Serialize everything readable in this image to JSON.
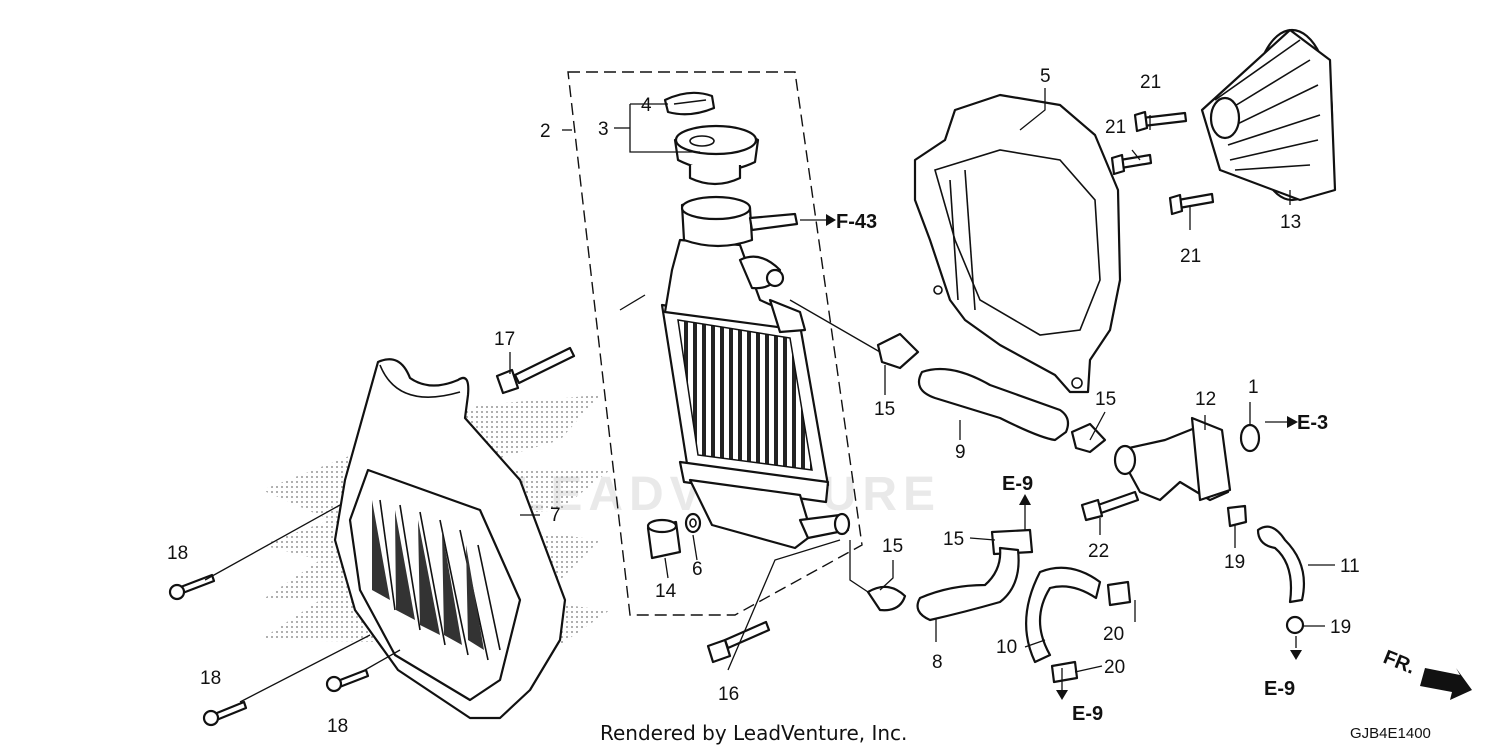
{
  "callouts": {
    "c1": "1",
    "c2": "2",
    "c3": "3",
    "c4": "4",
    "c5": "5",
    "c6": "6",
    "c7": "7",
    "c8": "8",
    "c9": "9",
    "c10": "10",
    "c11": "11",
    "c12": "12",
    "c13": "13",
    "c14": "14",
    "c15a": "15",
    "c15b": "15",
    "c15c": "15",
    "c15d": "15",
    "c16": "16",
    "c17": "17",
    "c18a": "18",
    "c18b": "18",
    "c18c": "18",
    "c19a": "19",
    "c19b": "19",
    "c20a": "20",
    "c20b": "20",
    "c21a": "21",
    "c21b": "21",
    "c21c": "21",
    "c22": "22"
  },
  "references": {
    "f43": "F-43",
    "e3": "E-3",
    "e9_top": "E-9",
    "e9_bottom": "E-9",
    "e9_right": "E-9"
  },
  "direction_label": "FR.",
  "footer": "Rendered by LeadVenture, Inc.",
  "diagram_code": "GJB4E1400",
  "watermark": "LEADVENTURE"
}
